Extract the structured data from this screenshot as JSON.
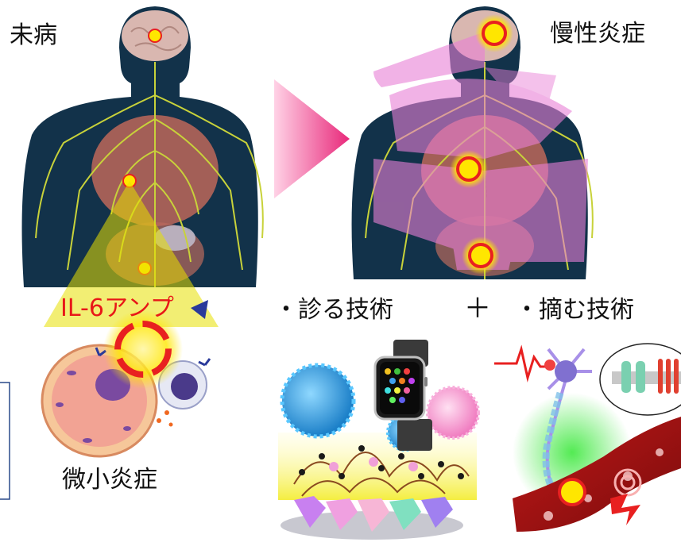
{
  "labels": {
    "before": "未病",
    "after": "慢性炎症",
    "amplifier": "IL-6アンプ",
    "micro": "微小炎症",
    "plus": "＋",
    "diagnose": "・診る技術",
    "pick": "・摘む技術"
  },
  "colors": {
    "body": "#12324a",
    "nerve": "#c8d23a",
    "organ": "#c86a5a",
    "brain": "#d9b7b0",
    "inflammation_ring": "#e82020",
    "inflammation_core": "#ffe600",
    "arrow": "#e8287a",
    "magenta_overlay": "#e880d6",
    "amplifier_text": "#e81818",
    "triangle": "#e8e000"
  }
}
